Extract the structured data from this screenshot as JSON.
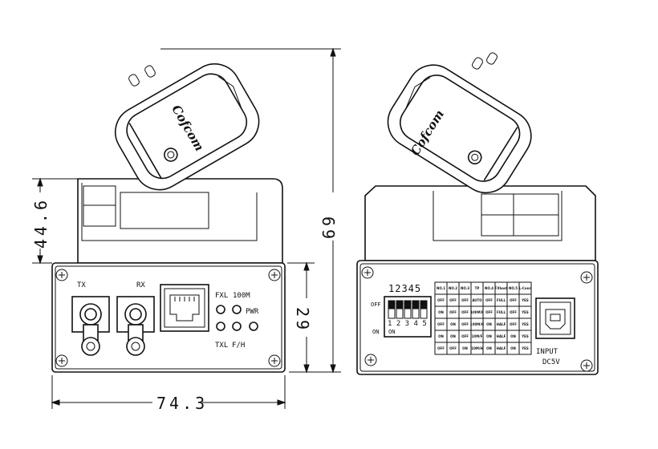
{
  "dimensions": {
    "width": "74.3",
    "height_total": "69",
    "height_body": "44.6",
    "height_front": "29"
  },
  "front_panel": {
    "tx": "TX",
    "rx": "RX",
    "fxl": "FXL",
    "mode100": "100M",
    "pwr": "PWR",
    "txl": "TXL",
    "fh": "F/H"
  },
  "brand": "Cofcom",
  "rear_panel": {
    "dip_numbers": "12345",
    "off": "OFF",
    "on": "ON",
    "dip_on_label": "ON",
    "dip_bottom_numbers": "1 2 3 4 5",
    "input_label": "INPUT",
    "dc_label": "DC5V"
  },
  "dip_table": {
    "headers": [
      "NO.1",
      "NO.2",
      "NO.3",
      "TP",
      "NO.4",
      "FXhost",
      "NO.5",
      "L-Conn"
    ],
    "rows": [
      [
        "OFF",
        "OFF",
        "OFF",
        "AUTO",
        "OFF",
        "FULL",
        "OFF",
        "YES"
      ],
      [
        "ON",
        "OFF",
        "OFF",
        "100M/F",
        "OFF",
        "FULL",
        "OFF",
        "YES"
      ],
      [
        "OFF",
        "ON",
        "OFF",
        "100M/H",
        "ON",
        "HALF",
        "OFF",
        "YES"
      ],
      [
        "ON",
        "ON",
        "OFF",
        "10M/F",
        "ON",
        "HALF",
        "ON",
        "YES"
      ],
      [
        "OFF",
        "OFF",
        "ON",
        "10M/H",
        "ON",
        "HALF",
        "ON",
        "YES"
      ]
    ]
  }
}
